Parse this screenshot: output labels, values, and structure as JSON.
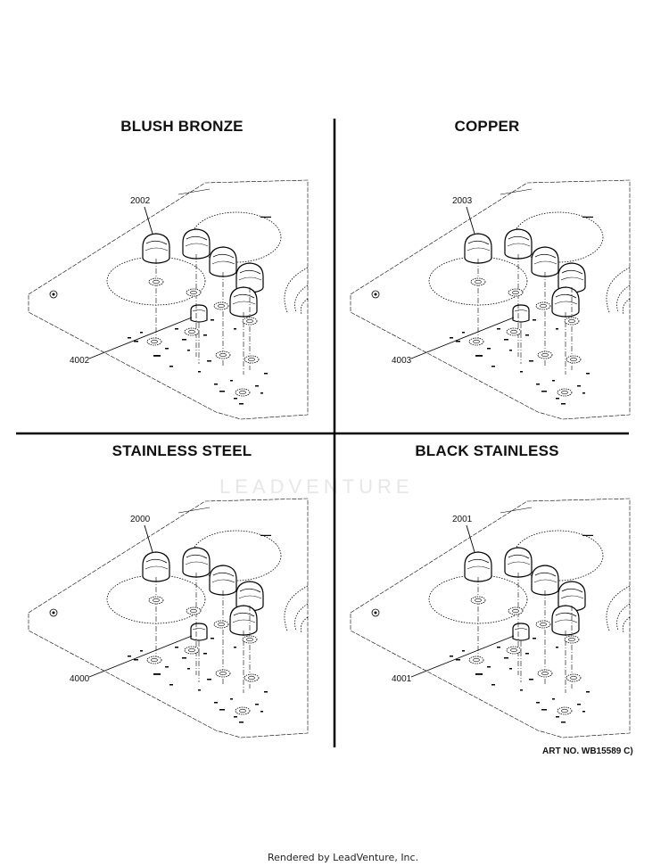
{
  "panels": [
    {
      "title": "BLUSH BRONZE",
      "knob_part": "2002",
      "small_knob_part": "4002"
    },
    {
      "title": "COPPER",
      "knob_part": "2003",
      "small_knob_part": "4003"
    },
    {
      "title": "STAINLESS STEEL",
      "knob_part": "2000",
      "small_knob_part": "4000"
    },
    {
      "title": "BLACK STAINLESS",
      "knob_part": "2001",
      "small_knob_part": "4001"
    }
  ],
  "art_number": "ART NO. WB15589 C)",
  "watermark": "LEADVENTURE",
  "footer": "Rendered by LeadVenture, Inc."
}
